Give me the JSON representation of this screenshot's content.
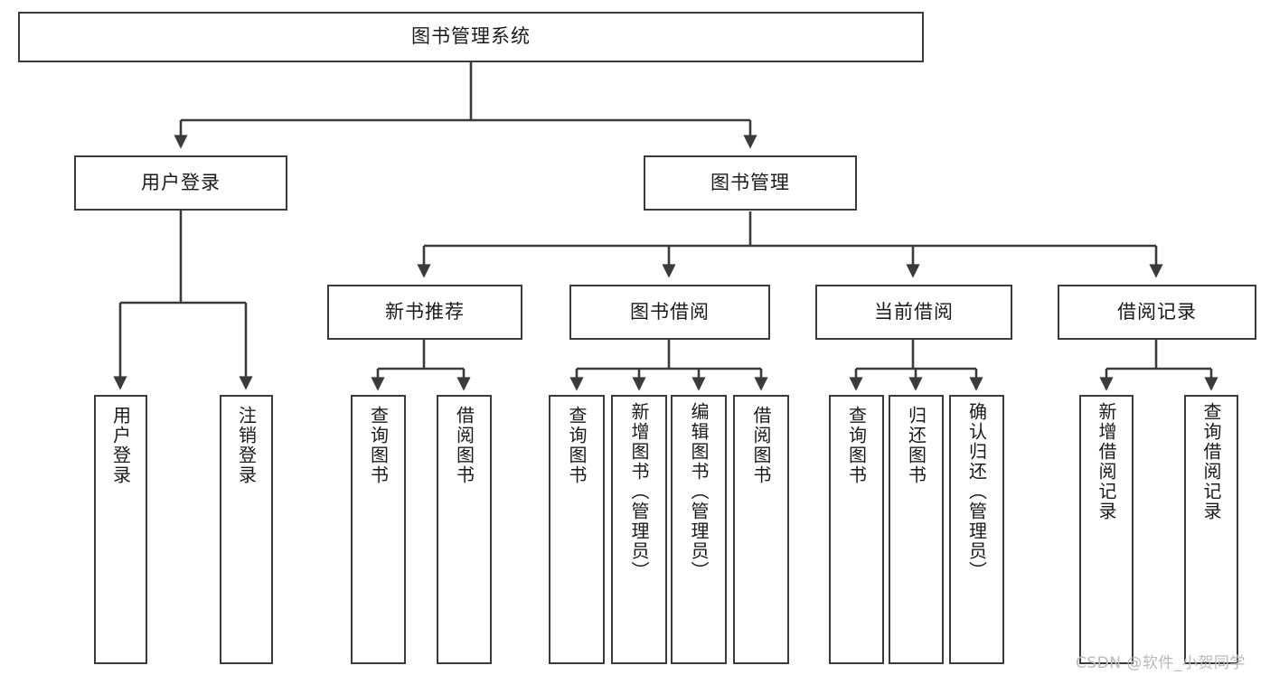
{
  "diagram": {
    "title": "图书管理系统",
    "type": "tree",
    "root": {
      "label": "图书管理系统"
    },
    "level2": [
      {
        "id": "user-login",
        "label": "用户登录"
      },
      {
        "id": "book-manage",
        "label": "图书管理"
      }
    ],
    "level3": [
      {
        "id": "new-book-recommend",
        "label": "新书推荐",
        "parent": "book-manage"
      },
      {
        "id": "book-borrow",
        "label": "图书借阅",
        "parent": "book-manage"
      },
      {
        "id": "current-borrow",
        "label": "当前借阅",
        "parent": "book-manage"
      },
      {
        "id": "borrow-record",
        "label": "借阅记录",
        "parent": "book-manage"
      }
    ],
    "leaves": {
      "user_login": [
        {
          "id": "leaf-user-login",
          "label": "用户登录"
        },
        {
          "id": "leaf-logout-login",
          "label": "注销登录"
        }
      ],
      "new_book_recommend": [
        {
          "id": "leaf-query-book-1",
          "label": "查询图书"
        },
        {
          "id": "leaf-borrow-book-1",
          "label": "借阅图书"
        }
      ],
      "book_borrow": [
        {
          "id": "leaf-query-book-2",
          "label": "查询图书"
        },
        {
          "id": "leaf-add-book",
          "label": "新增图书（管理员）"
        },
        {
          "id": "leaf-edit-book",
          "label": "编辑图书（管理员）"
        },
        {
          "id": "leaf-borrow-book-2",
          "label": "借阅图书"
        }
      ],
      "current_borrow": [
        {
          "id": "leaf-query-book-3",
          "label": "查询图书"
        },
        {
          "id": "leaf-return-book",
          "label": "归还图书"
        },
        {
          "id": "leaf-confirm-return",
          "label": "确认归还（管理员）"
        }
      ],
      "borrow_record": [
        {
          "id": "leaf-add-record",
          "label": "新增借阅记录"
        },
        {
          "id": "leaf-query-record",
          "label": "查询借阅记录"
        }
      ]
    }
  },
  "watermark": {
    "text": "CSDN @软件_小贺同学"
  },
  "colors": {
    "border": "#3b3b3b",
    "background": "#ffffff",
    "text": "#1a1a1a",
    "watermark": "#b9b9b9"
  }
}
